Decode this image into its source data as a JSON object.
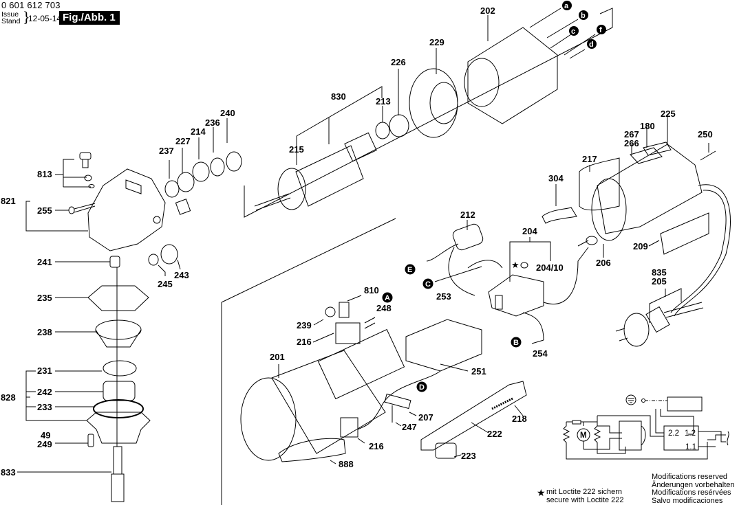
{
  "header": {
    "part_number": "0 601 612 703",
    "issue_label": "Issue",
    "stand_label": "Stand",
    "issue_date": "12-05-14",
    "figure_label": "Fig./Abb. 1"
  },
  "callouts": {
    "p202": "202",
    "p229": "229",
    "p226": "226",
    "p830": "830",
    "p213": "213",
    "p215": "215",
    "p240": "240",
    "p236": "236",
    "p214": "214",
    "p227": "227",
    "p237": "237",
    "p813": "813",
    "p821": "821",
    "p255": "255",
    "p241": "241",
    "p245": "245",
    "p243": "243",
    "p235": "235",
    "p238": "238",
    "p231": "231",
    "p828": "828",
    "p242": "242",
    "p233": "233",
    "p49": "49",
    "p249": "249",
    "p833": "833",
    "p225": "225",
    "p180": "180",
    "p267": "267",
    "p266": "266",
    "p250": "250",
    "p217": "217",
    "p304": "304",
    "p209": "209",
    "p206": "206",
    "p212": "212",
    "p204": "204",
    "p204_10": "204/10",
    "p253": "253",
    "p254": "254",
    "p835": "835",
    "p205": "205",
    "p810": "810",
    "p248": "248",
    "p239": "239",
    "p216a": "216",
    "p201": "201",
    "p251": "251",
    "p207": "207",
    "p247": "247",
    "p218": "218",
    "p222": "222",
    "p216b": "216",
    "p223": "223",
    "p888": "888"
  },
  "wire_markers": {
    "a": "a",
    "b": "b",
    "c": "c",
    "d": "d",
    "f": "f",
    "A": "A",
    "B": "B",
    "C": "C",
    "D": "D",
    "E": "E"
  },
  "circuit": {
    "motor_symbol": "M",
    "terminal_22": "2.2",
    "terminal_12": "1.2",
    "terminal_11": "1.1",
    "ground_symbol": "⏚"
  },
  "footer": {
    "star_symbol": "★",
    "loctite_de": "mit Loctite 222 sichern",
    "loctite_en": "secure with Loctite 222",
    "mods_en": "Modifications reserved",
    "mods_de": "Änderungen vorbehalten",
    "mods_fr": "Modifications resérvées",
    "mods_es": "Salvo modificaciones"
  }
}
